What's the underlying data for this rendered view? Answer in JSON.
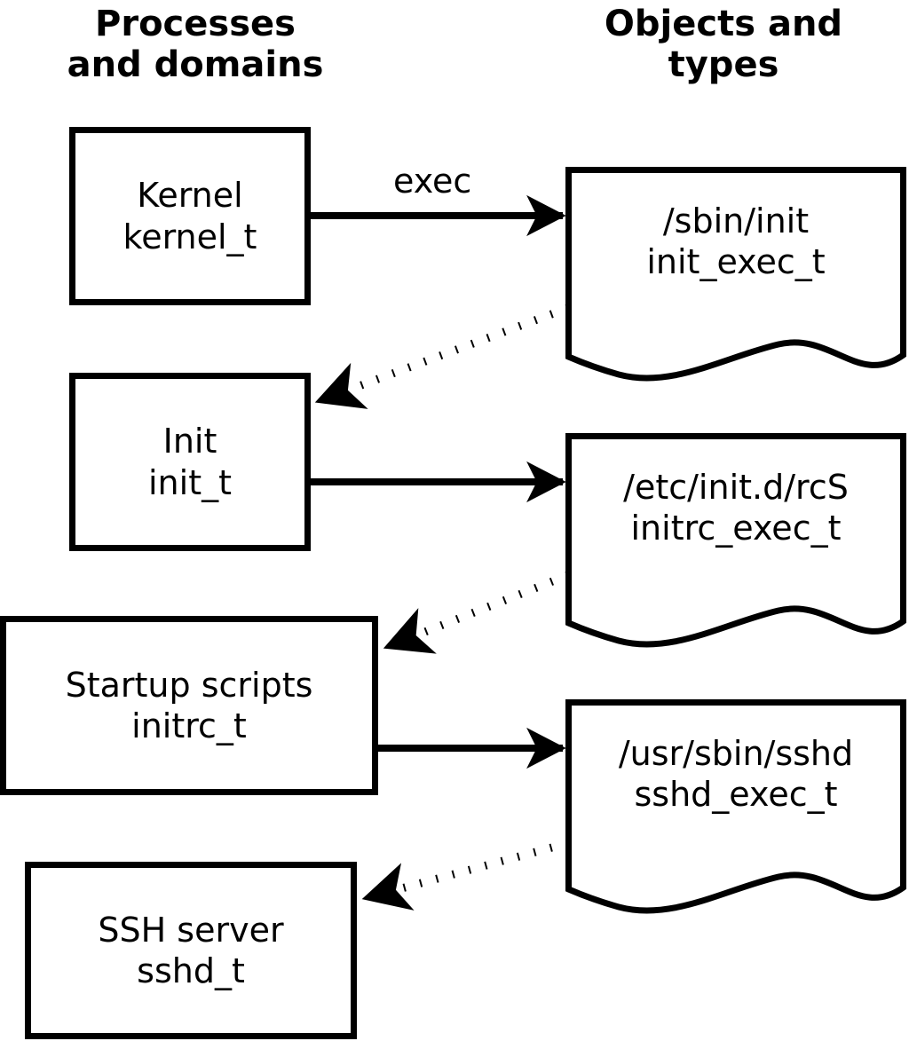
{
  "headers": {
    "left": "Processes\nand domains",
    "right": "Objects and\ntypes"
  },
  "colors": {
    "stroke": "#000000",
    "fill": "#ffffff",
    "text": "#000000"
  },
  "process_boxes": [
    {
      "id": "kernel",
      "line1": "Kernel",
      "line2": "kernel_t"
    },
    {
      "id": "init",
      "line1": "Init",
      "line2": "init_t"
    },
    {
      "id": "initrc",
      "line1": "Startup scripts",
      "line2": "initrc_t"
    },
    {
      "id": "sshd",
      "line1": "SSH server",
      "line2": "sshd_t"
    }
  ],
  "object_docs": [
    {
      "id": "init-exec",
      "line1": "/sbin/init",
      "line2": "init_exec_t"
    },
    {
      "id": "initrc-exec",
      "line1": "/etc/init.d/rcS",
      "line2": "initrc_exec_t"
    },
    {
      "id": "sshd-exec",
      "line1": "/usr/sbin/sshd",
      "line2": "sshd_exec_t"
    }
  ],
  "edges": [
    {
      "id": "kernel-exec-init",
      "style": "solid",
      "label": "exec",
      "from": "kernel",
      "to": "init-exec"
    },
    {
      "id": "initexec-transition",
      "style": "dotted",
      "label": "",
      "from": "init-exec",
      "to": "init"
    },
    {
      "id": "init-exec-initrc",
      "style": "solid",
      "label": "",
      "from": "init",
      "to": "initrc-exec"
    },
    {
      "id": "initrcexec-transition",
      "style": "dotted",
      "label": "",
      "from": "initrc-exec",
      "to": "initrc"
    },
    {
      "id": "initrc-exec-sshd",
      "style": "solid",
      "label": "",
      "from": "initrc",
      "to": "sshd-exec"
    },
    {
      "id": "sshdexec-transition",
      "style": "dotted",
      "label": "",
      "from": "sshd-exec",
      "to": "sshd"
    }
  ]
}
